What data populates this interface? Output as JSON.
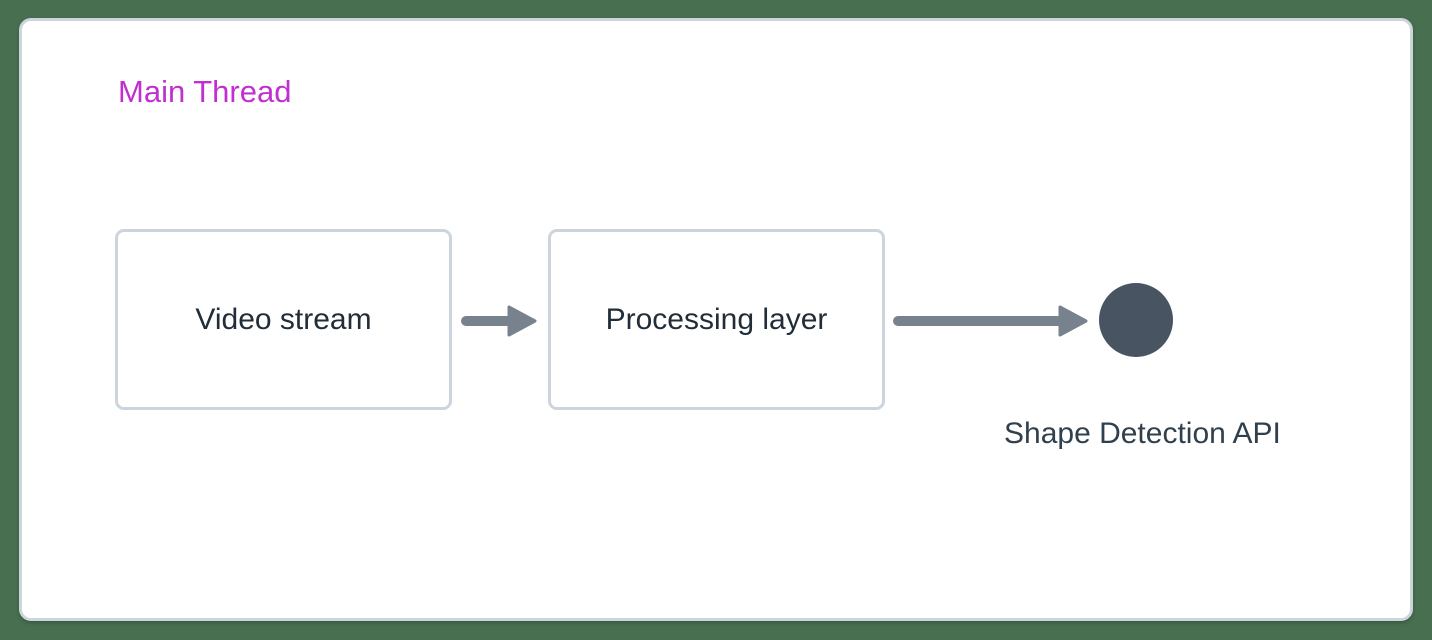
{
  "diagram": {
    "lane_label": "Main Thread",
    "nodes": [
      {
        "id": "video-stream",
        "label": "Video stream"
      },
      {
        "id": "processing-layer",
        "label": "Processing layer"
      }
    ],
    "endpoint": {
      "label": "Shape Detection API",
      "shape": "circle"
    },
    "connections": [
      {
        "from": "video-stream",
        "to": "processing-layer",
        "style": "arrow"
      },
      {
        "from": "processing-layer",
        "to": "shape-detection-api",
        "style": "arrow"
      }
    ],
    "colors": {
      "background": "#487050",
      "card_bg": "#ffffff",
      "card_border": "#ccd5dd",
      "lane_label": "#c12fd0",
      "node_border": "#ccd5dd",
      "node_text": "#212e39",
      "arrow": "#78828e",
      "endpoint_circle": "#485461",
      "endpoint_text": "#31404d"
    }
  }
}
